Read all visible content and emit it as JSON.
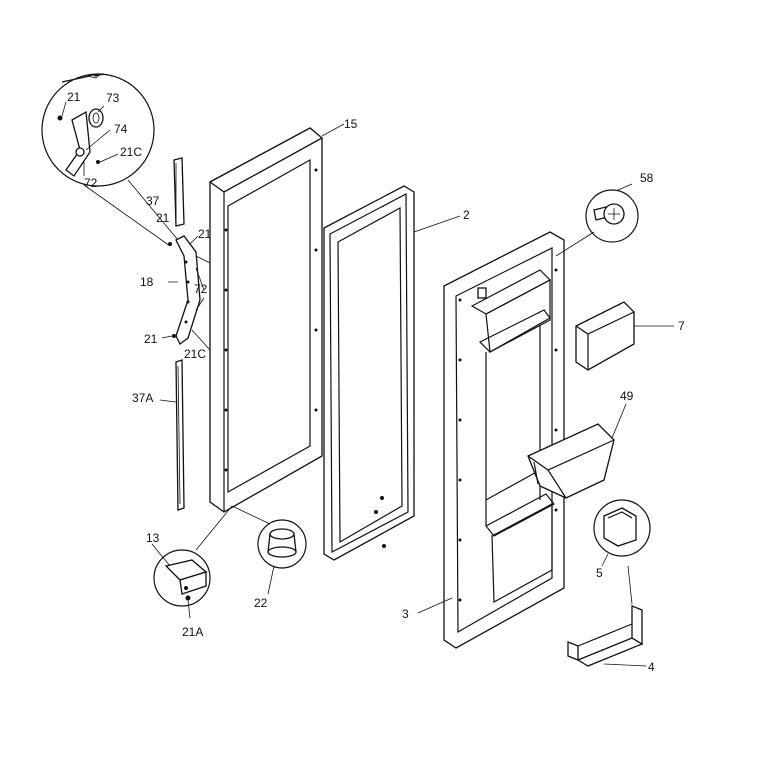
{
  "parts": {
    "p15": "15",
    "p2": "2",
    "p58": "58",
    "p7": "7",
    "p49": "49",
    "p5": "5",
    "p4": "4",
    "p3": "3",
    "p22": "22",
    "p13": "13",
    "p21A": "21A",
    "p37": "37",
    "p21a": "21",
    "p21C_a": "21C",
    "p18": "18",
    "p72_a": "72",
    "p21b": "21",
    "p21C_b": "21C",
    "p37A": "37A",
    "inset": {
      "p21": "21",
      "p73": "73",
      "p74": "74",
      "p21C": "21C",
      "p72": "72"
    }
  }
}
